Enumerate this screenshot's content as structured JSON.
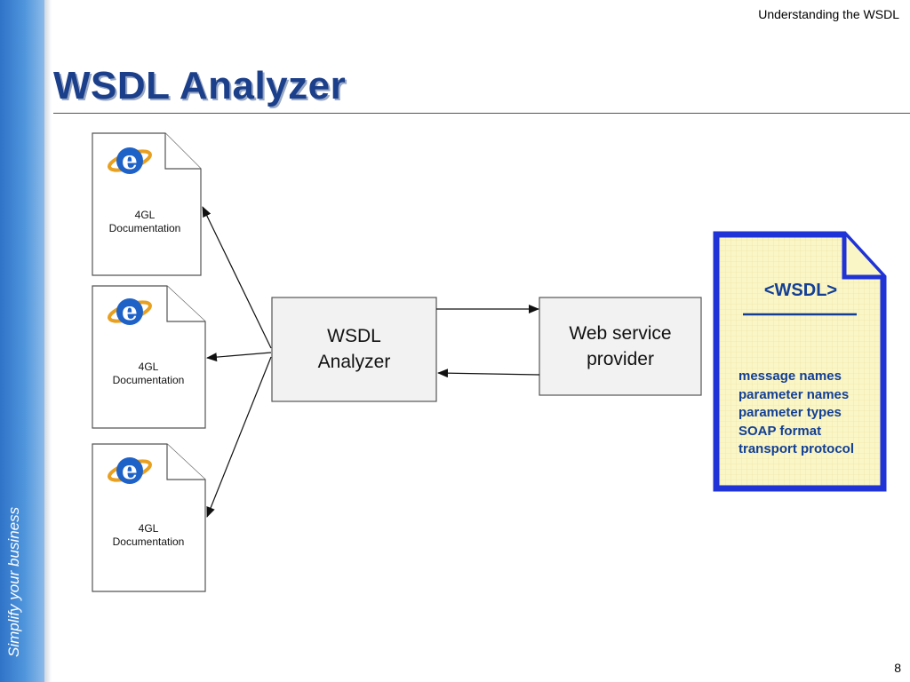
{
  "sidebar": {
    "tagline": "Simplify your business",
    "colors": {
      "dark": "#2f73c8",
      "light": "#8dbbe9"
    }
  },
  "header": {
    "text": "Understanding the WSDL"
  },
  "title": "WSDL Analyzer",
  "page_number": "8",
  "diagram": {
    "documents": [
      {
        "icon": "ie-logo-icon",
        "label_line1": "4GL",
        "label_line2": "Documentation"
      },
      {
        "icon": "ie-logo-icon",
        "label_line1": "4GL",
        "label_line2": "Documentation"
      },
      {
        "icon": "ie-logo-icon",
        "label_line1": "4GL",
        "label_line2": "Documentation"
      }
    ],
    "analyzer": {
      "line1": "WSDL",
      "line2": "Analyzer"
    },
    "provider": {
      "line1": "Web service",
      "line2": "provider"
    },
    "wsdl_doc": {
      "tag": "<WSDL>",
      "items": [
        "message names",
        "parameter names",
        "parameter types",
        "SOAP format",
        "transport protocol"
      ],
      "colors": {
        "border": "#1f33d6",
        "fill": "#fbf6c6",
        "text": "#123f95"
      }
    }
  }
}
